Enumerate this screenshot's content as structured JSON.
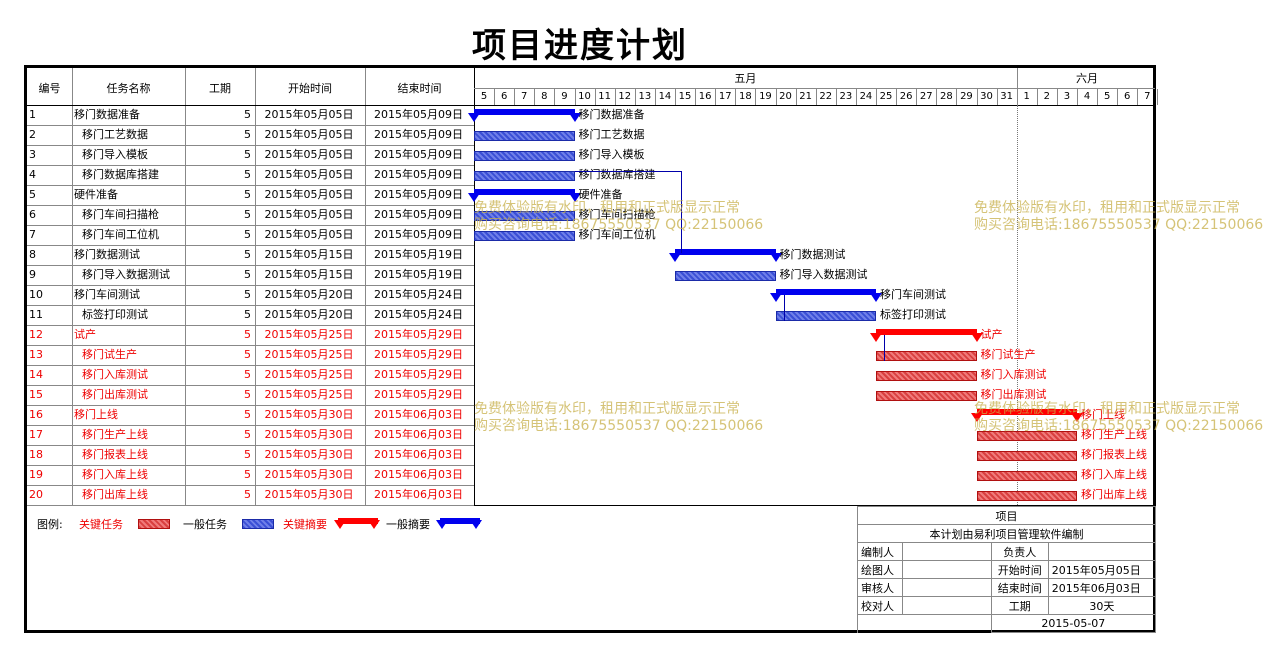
{
  "title": "项目进度计划",
  "headers": {
    "id": "编号",
    "name": "任务名称",
    "duration": "工期",
    "start": "开始时间",
    "end": "结束时间"
  },
  "months": [
    "五月",
    "六月"
  ],
  "days": [
    "5",
    "6",
    "7",
    "8",
    "9",
    "10",
    "11",
    "12",
    "13",
    "14",
    "15",
    "16",
    "17",
    "18",
    "19",
    "20",
    "21",
    "22",
    "23",
    "24",
    "25",
    "26",
    "27",
    "28",
    "29",
    "30",
    "31",
    "1",
    "2",
    "3",
    "4",
    "5",
    "6",
    "7"
  ],
  "tasks": [
    {
      "id": "1",
      "name": "移门数据准备",
      "indent": 0,
      "duration": "5",
      "start": "2015年05月05日",
      "end": "2015年05月09日",
      "critical": false,
      "summary": true,
      "s": 0,
      "e": 5
    },
    {
      "id": "2",
      "name": "移门工艺数据",
      "indent": 1,
      "duration": "5",
      "start": "2015年05月05日",
      "end": "2015年05月09日",
      "critical": false,
      "summary": false,
      "s": 0,
      "e": 5
    },
    {
      "id": "3",
      "name": "移门导入模板",
      "indent": 1,
      "duration": "5",
      "start": "2015年05月05日",
      "end": "2015年05月09日",
      "critical": false,
      "summary": false,
      "s": 0,
      "e": 5
    },
    {
      "id": "4",
      "name": "移门数据库搭建",
      "indent": 1,
      "duration": "5",
      "start": "2015年05月05日",
      "end": "2015年05月09日",
      "critical": false,
      "summary": false,
      "s": 0,
      "e": 5
    },
    {
      "id": "5",
      "name": "硬件准备",
      "indent": 0,
      "duration": "5",
      "start": "2015年05月05日",
      "end": "2015年05月09日",
      "critical": false,
      "summary": true,
      "s": 0,
      "e": 5
    },
    {
      "id": "6",
      "name": "移门车间扫描枪",
      "indent": 1,
      "duration": "5",
      "start": "2015年05月05日",
      "end": "2015年05月09日",
      "critical": false,
      "summary": false,
      "s": 0,
      "e": 5
    },
    {
      "id": "7",
      "name": "移门车间工位机",
      "indent": 1,
      "duration": "5",
      "start": "2015年05月05日",
      "end": "2015年05月09日",
      "critical": false,
      "summary": false,
      "s": 0,
      "e": 5
    },
    {
      "id": "8",
      "name": "移门数据测试",
      "indent": 0,
      "duration": "5",
      "start": "2015年05月15日",
      "end": "2015年05月19日",
      "critical": false,
      "summary": true,
      "s": 10,
      "e": 15
    },
    {
      "id": "9",
      "name": "移门导入数据测试",
      "indent": 1,
      "duration": "5",
      "start": "2015年05月15日",
      "end": "2015年05月19日",
      "critical": false,
      "summary": false,
      "s": 10,
      "e": 15
    },
    {
      "id": "10",
      "name": "移门车间测试",
      "indent": 0,
      "duration": "5",
      "start": "2015年05月20日",
      "end": "2015年05月24日",
      "critical": false,
      "summary": true,
      "s": 15,
      "e": 20
    },
    {
      "id": "11",
      "name": "标签打印测试",
      "indent": 1,
      "duration": "5",
      "start": "2015年05月20日",
      "end": "2015年05月24日",
      "critical": false,
      "summary": false,
      "s": 15,
      "e": 20
    },
    {
      "id": "12",
      "name": "试产",
      "indent": 0,
      "duration": "5",
      "start": "2015年05月25日",
      "end": "2015年05月29日",
      "critical": true,
      "summary": true,
      "s": 20,
      "e": 25
    },
    {
      "id": "13",
      "name": "移门试生产",
      "indent": 1,
      "duration": "5",
      "start": "2015年05月25日",
      "end": "2015年05月29日",
      "critical": true,
      "summary": false,
      "s": 20,
      "e": 25
    },
    {
      "id": "14",
      "name": "移门入库测试",
      "indent": 1,
      "duration": "5",
      "start": "2015年05月25日",
      "end": "2015年05月29日",
      "critical": true,
      "summary": false,
      "s": 20,
      "e": 25
    },
    {
      "id": "15",
      "name": "移门出库测试",
      "indent": 1,
      "duration": "5",
      "start": "2015年05月25日",
      "end": "2015年05月29日",
      "critical": true,
      "summary": false,
      "s": 20,
      "e": 25
    },
    {
      "id": "16",
      "name": "移门上线",
      "indent": 0,
      "duration": "5",
      "start": "2015年05月30日",
      "end": "2015年06月03日",
      "critical": true,
      "summary": true,
      "s": 25,
      "e": 30
    },
    {
      "id": "17",
      "name": "移门生产上线",
      "indent": 1,
      "duration": "5",
      "start": "2015年05月30日",
      "end": "2015年06月03日",
      "critical": true,
      "summary": false,
      "s": 25,
      "e": 30
    },
    {
      "id": "18",
      "name": "移门报表上线",
      "indent": 1,
      "duration": "5",
      "start": "2015年05月30日",
      "end": "2015年06月03日",
      "critical": true,
      "summary": false,
      "s": 25,
      "e": 30
    },
    {
      "id": "19",
      "name": "移门入库上线",
      "indent": 1,
      "duration": "5",
      "start": "2015年05月30日",
      "end": "2015年06月03日",
      "critical": true,
      "summary": false,
      "s": 25,
      "e": 30
    },
    {
      "id": "20",
      "name": "移门出库上线",
      "indent": 1,
      "duration": "5",
      "start": "2015年05月30日",
      "end": "2015年06月03日",
      "critical": true,
      "summary": false,
      "s": 25,
      "e": 30
    }
  ],
  "legend": {
    "label": "图例:",
    "critical_task": "关键任务",
    "normal_task": "一般任务",
    "critical_summary": "关键摘要",
    "normal_summary": "一般摘要"
  },
  "watermark": {
    "line1": "免费体验版有水印，租用和正式版显示正常",
    "line2": "购买咨询电话:18675550537 QQ:22150066"
  },
  "info": {
    "project_label": "项目",
    "project_value": "本计划由易利项目管理软件编制",
    "rows": [
      {
        "k1": "编制人",
        "v1": "",
        "k2": "负责人",
        "v2": ""
      },
      {
        "k1": "绘图人",
        "v1": "",
        "k2": "开始时间",
        "v2": "2015年05月05日"
      },
      {
        "k1": "审核人",
        "v1": "",
        "k2": "结束时间",
        "v2": "2015年06月03日"
      },
      {
        "k1": "校对人",
        "v1": "",
        "k2": "工期",
        "v2": "30天"
      }
    ],
    "date": "2015-05-07"
  },
  "colors": {
    "normal": "#0000ee",
    "critical": "#ff0000",
    "watermark": "#c8b04a"
  }
}
